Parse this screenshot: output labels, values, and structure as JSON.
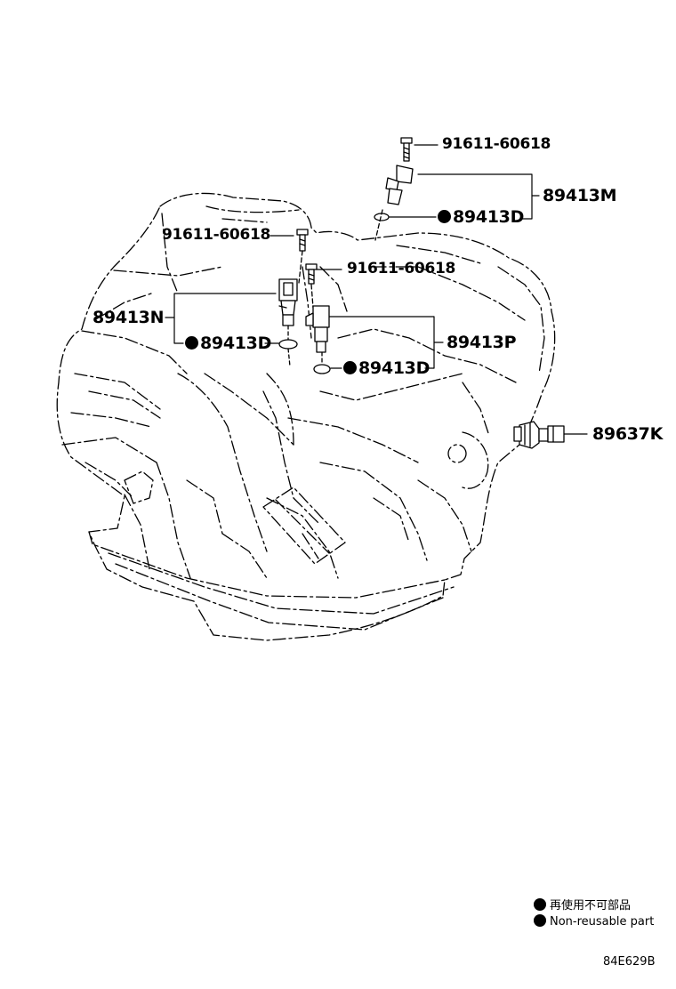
{
  "callouts": {
    "bolt_top": "91611-60618",
    "sensor_m": "89413M",
    "oring_top": "89413D",
    "bolt_left": "91611-60618",
    "bolt_mid": "91611-60618",
    "sensor_n": "89413N",
    "oring_left": "89413D",
    "sensor_p": "89413P",
    "oring_mid": "89413D",
    "sensor_k": "89637K"
  },
  "legend": {
    "japanese": "再使用不可部品",
    "english": "Non-reusable part"
  },
  "figure_code": "84E629B",
  "colors": {
    "ink": "#000000",
    "background": "#ffffff"
  }
}
